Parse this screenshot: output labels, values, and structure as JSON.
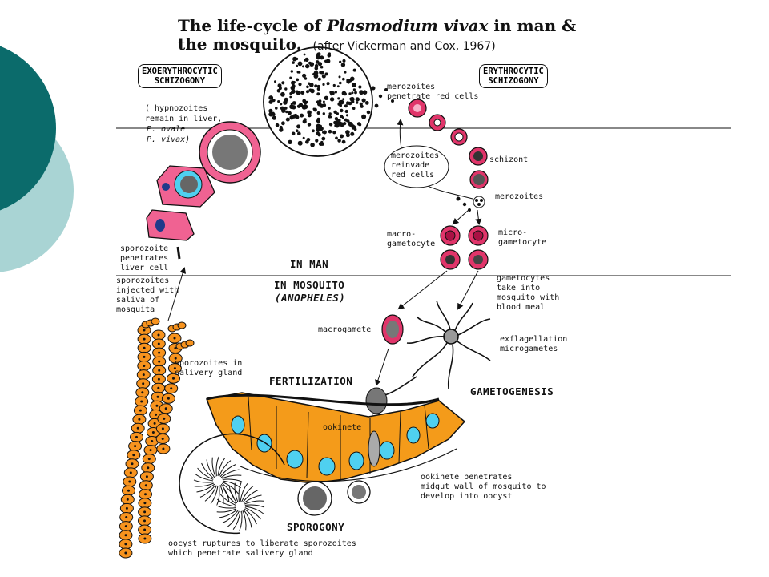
{
  "title": {
    "line1_prefix": "The life-cycle of ",
    "line1_species": "Plasmodium vivax",
    "line1_suffix": " in man &",
    "line2": "the mosquito.",
    "citation": "(after Vickerman and Cox, 1967)"
  },
  "boxes": {
    "exo": "EXOERYTHROCYTIC\nSCHIZOGONY",
    "ery": "ERYTHROCYTIC\nSCHIZOGONY"
  },
  "hosts": {
    "man": "IN MAN",
    "mosquito": "IN MOSQUITO",
    "anopheles": "(ANOPHELES)"
  },
  "labels": {
    "hypnozoites_1": "( hypnozoites",
    "hypnozoites_2": "remain in liver,",
    "hypnozoites_3": "P. ovale",
    "hypnozoites_4": "P. vivax)",
    "merozoites_penetrate": "merozoites\npenetrate red cells",
    "merozoites_reinvade": "merozoites\nreinvade\nred cells",
    "schizont": "schizont",
    "merozoites": "merozoites",
    "macrogametocyte": "macro-\ngametocyte",
    "microgametocyte": "micro-\ngametocyte",
    "sporozoite_penetrates": "sporozoite\npenetrates\nliver cell",
    "sporozoites_injected": "sporozoites\ninjected with\nsaliva of\nmosquita",
    "gametocytes_taken": "gametocytes\ntake into\nmosquito with\nblood meal",
    "macrogamete": "macrogamete",
    "exflagellation": "exflagellation\nmicrogametes",
    "sporozoites_gland": "sporozoites in\nsalivery gland",
    "ookinete": "ookinete",
    "ookinete_penetrates": "ookinete penetrates\nmidgut wall of mosquito to\ndevelop into oocyst",
    "oocyst_ruptures": "oocyst ruptures to liberate sporozoites\nwhich penetrate salivery gland"
  },
  "stages": {
    "fertilization": "FERTILIZATION",
    "gametogenesis": "GAMETOGENESIS",
    "sporogony": "SPOROGONY"
  },
  "colors": {
    "teal_dark": "#0b6b6b",
    "teal_light": "#a9d4d4",
    "red_cell": "#e0356a",
    "pink_cell": "#f06292",
    "midgut_orange": "#f49b1a",
    "cyan_nucleus": "#4fd0f0",
    "gland_orange": "#f7931e"
  }
}
